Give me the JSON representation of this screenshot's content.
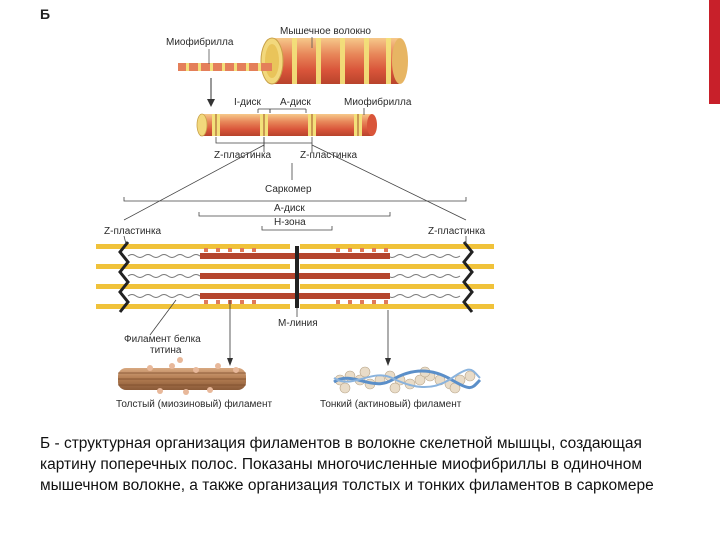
{
  "slide_letter": "Б",
  "accent_color": "#c8202a",
  "labels": {
    "muscle_fiber": "Мышечное волокно",
    "myofibril_top": "Миофибрилла",
    "i_disk": "I-диск",
    "a_disk_top": "A-диск",
    "myofibril_right": "Миофибрилла",
    "z_plate_1": "Z-пластинка",
    "z_plate_2": "Z-пластинка",
    "sarcomere": "Саркомер",
    "a_disk": "А-диск",
    "h_zone": "Н-зона",
    "z_plate_left": "Z-пластинка",
    "z_plate_right": "Z-пластинка",
    "m_line": "М-линия",
    "titin_line1": "Филамент белка",
    "titin_line2": "титина",
    "thick_filament": "Толстый (миозиновый) филамент",
    "thin_filament": "Тонкий (актиновый) филамент"
  },
  "caption": "Б - структурная организация филаментов в волокне скелетной мышцы, создающая картину поперечных полос. Показаны многочисленные миофибриллы в одиночном мышечном волокне, а также организация толстых и тонких филаментов в саркомере"
}
